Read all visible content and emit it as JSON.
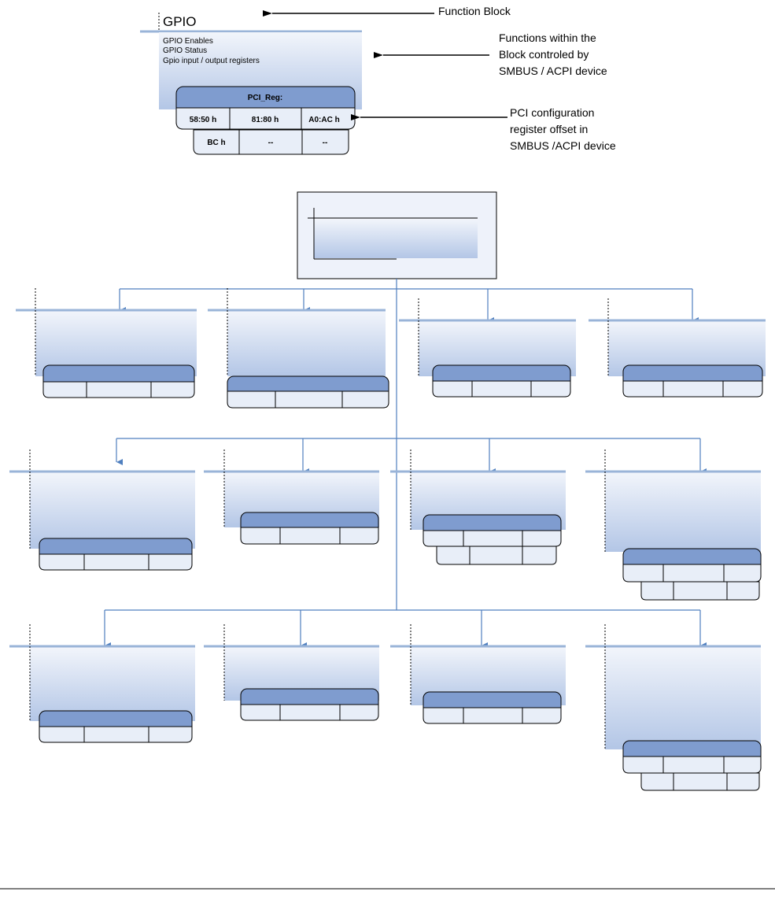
{
  "legend": {
    "block_title": "GPIO",
    "functions": [
      "GPIO Enables",
      "GPIO Status",
      "Gpio input / output registers"
    ],
    "reg_header": "PCI_Reg:",
    "reg_row1": [
      "58:50 h",
      "81:80 h",
      "A0:AC h"
    ],
    "reg_row2": [
      "BC h",
      "--",
      "--"
    ],
    "callouts": {
      "function_block": "Function Block",
      "functions_within": [
        "Functions within the",
        "Block controled by",
        "SMBUS / ACPI device"
      ],
      "pci_offset": [
        "PCI configuration",
        "register offset in",
        "SMBUS /ACPI device"
      ]
    }
  },
  "colors": {
    "block_top": "#f2f5fb",
    "block_bottom": "#b3c6e6",
    "top_rule": "#9ab4d8",
    "reg_header": "#7f9ccf",
    "reg_cell": "#e8eef8",
    "connector": "#4f7fbf",
    "root_outer": "#eef2fa"
  }
}
